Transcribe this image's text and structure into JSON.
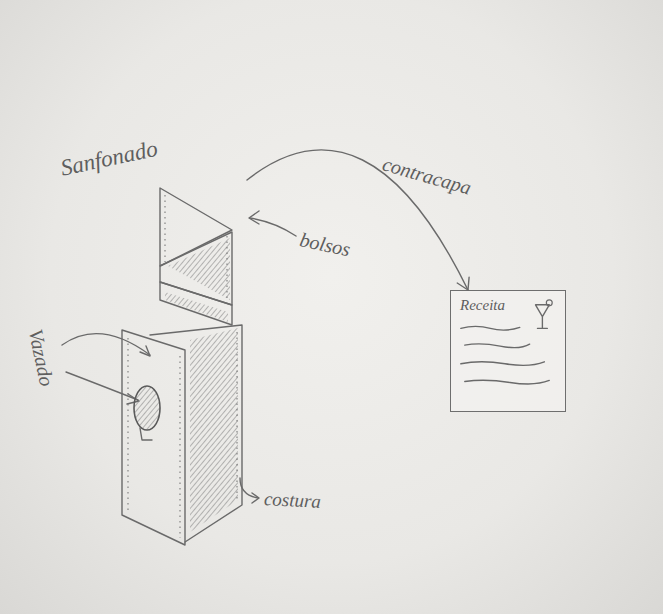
{
  "diagram": {
    "nodes": [
      {
        "text": [
          "Sanfonado"
        ]
      },
      {
        "text": [
          "Receita"
        ]
      }
    ],
    "edges": [
      {
        "from": 0,
        "to": 1,
        "arrow": "to",
        "label": "contracapa"
      }
    ],
    "labels": [
      "bolsos",
      "Vazado",
      "costura"
    ]
  }
}
